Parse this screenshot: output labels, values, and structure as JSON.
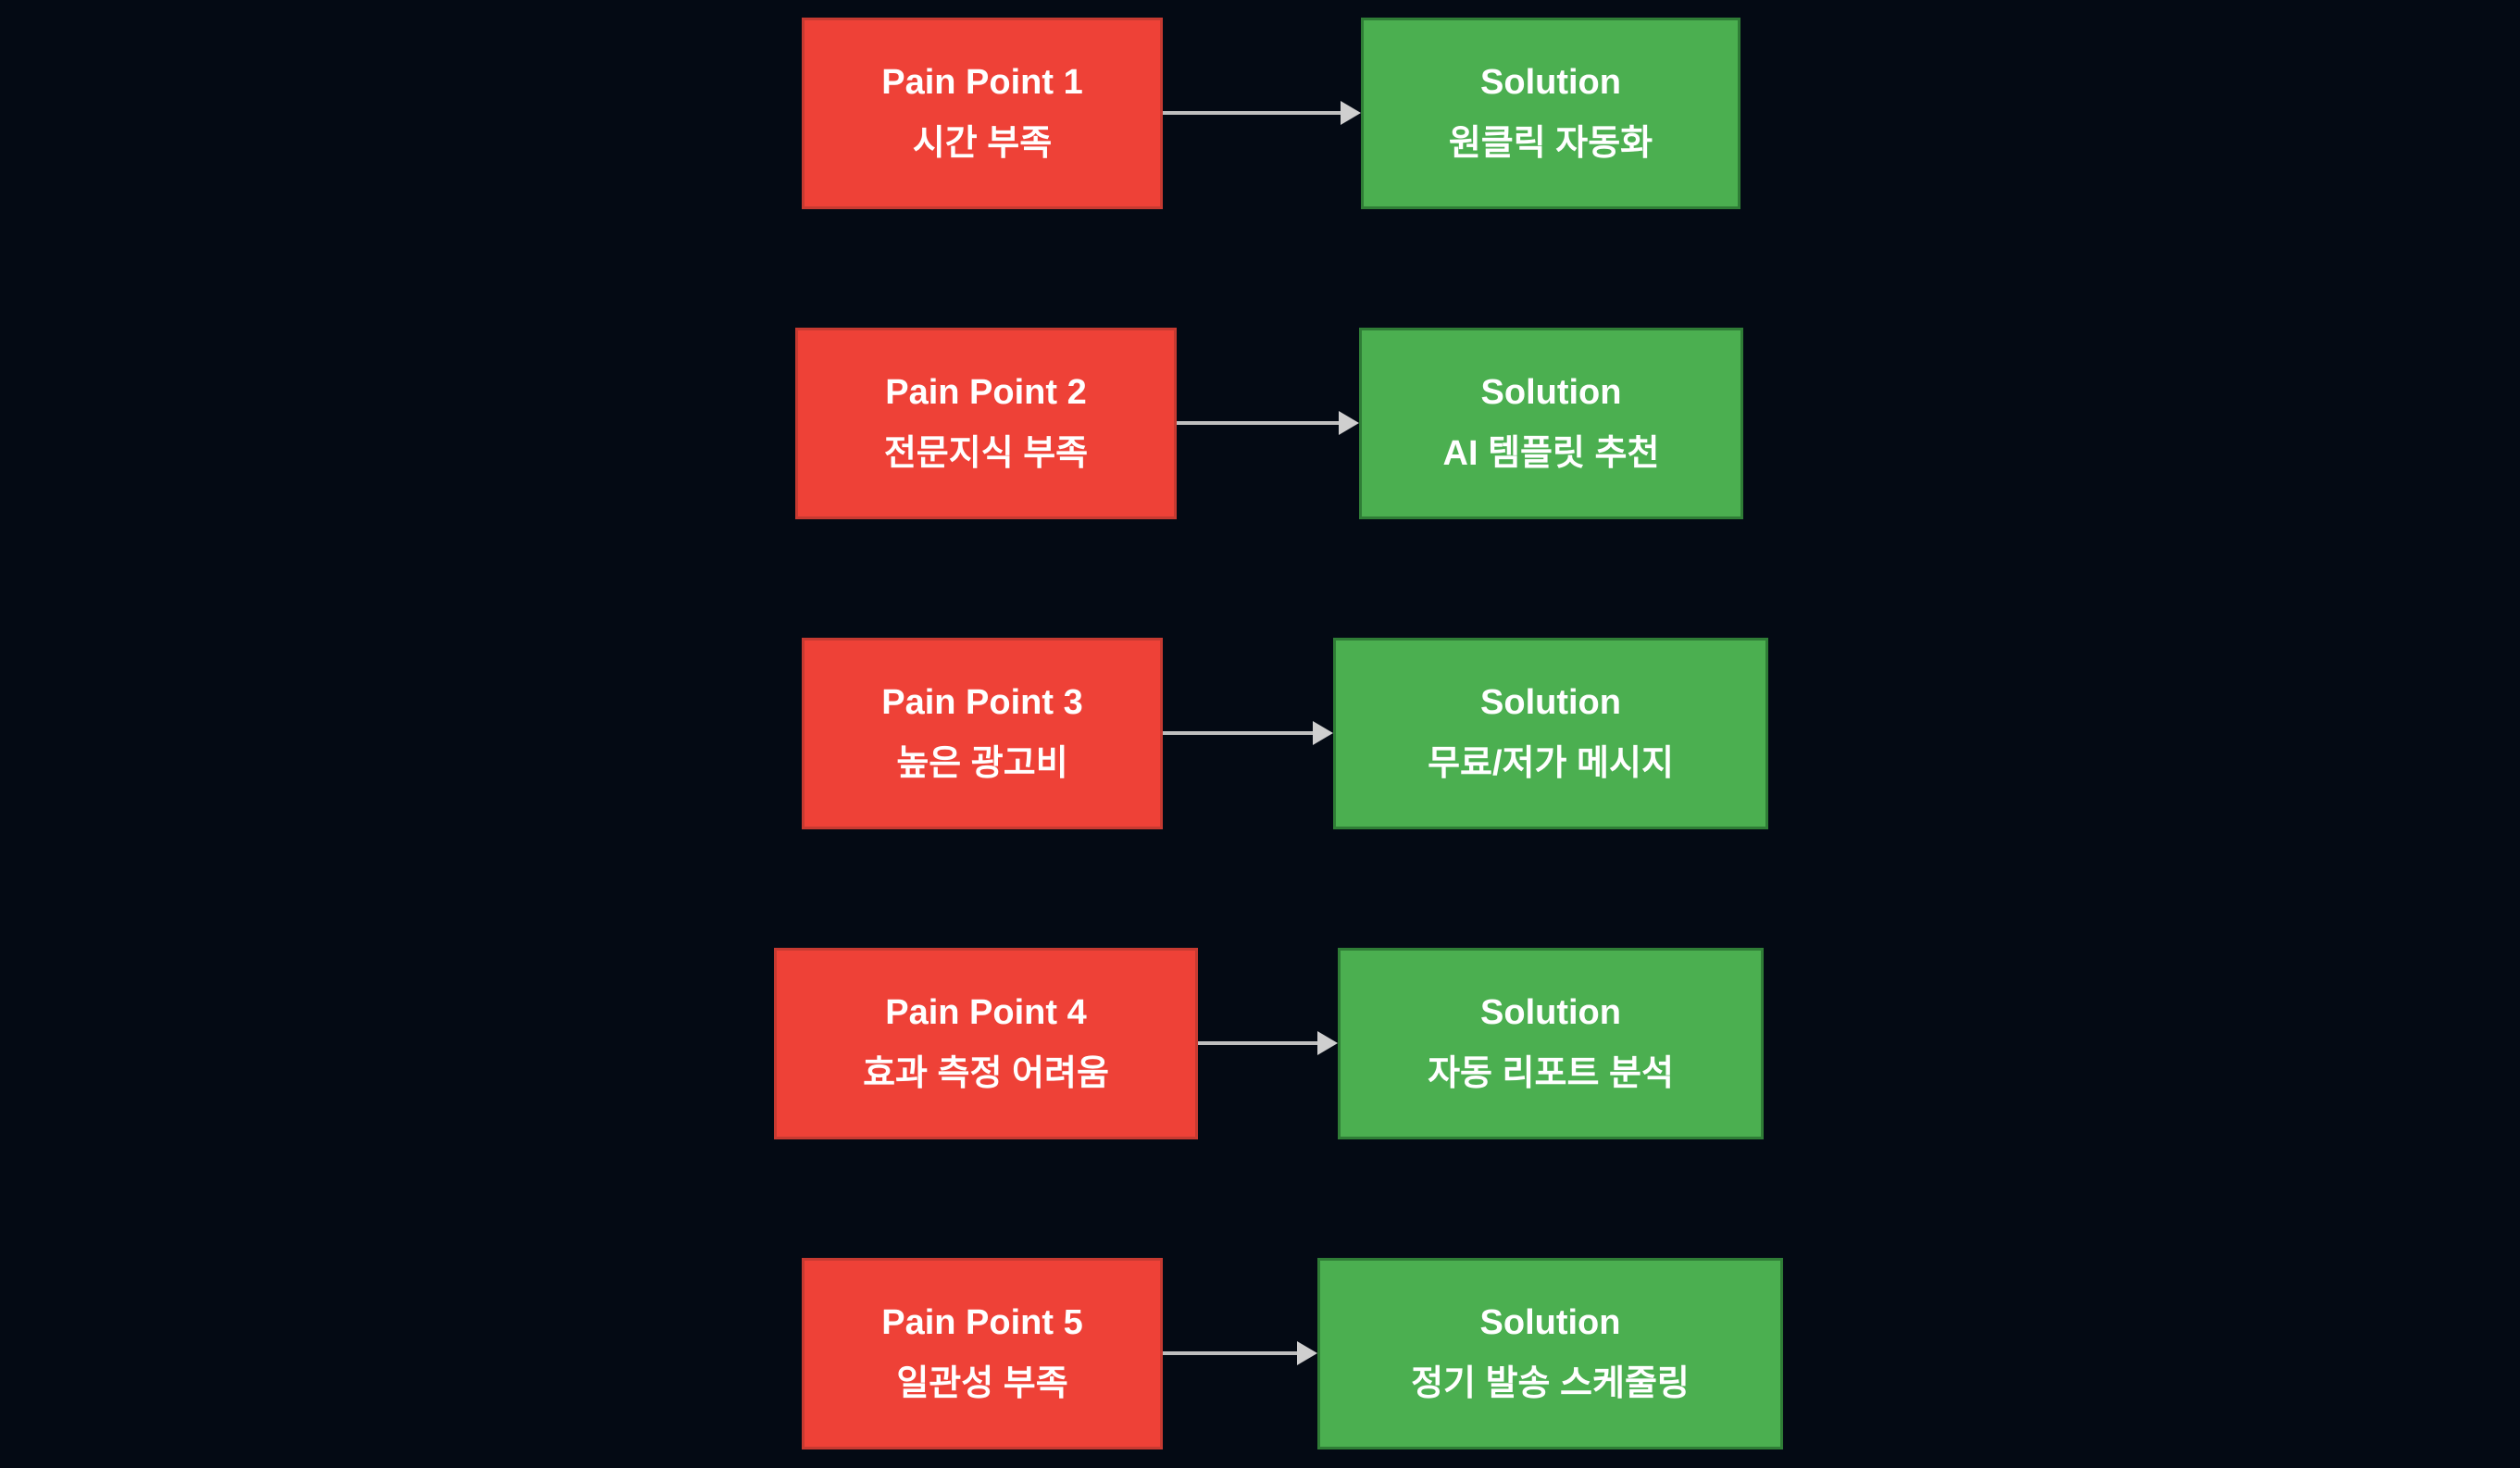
{
  "diagram": {
    "title": "Pain Points to Solutions mapping",
    "colors": {
      "background": "#040a14",
      "pain_fill": "#ee4137",
      "pain_border": "#c63a31",
      "solution_fill": "#4baf50",
      "solution_border": "#2f7d36",
      "arrow": "#bfbfbf",
      "text": "#ffffff"
    },
    "rows": [
      {
        "pain_title": "Pain Point 1",
        "pain_text": "시간 부족",
        "solution_title": "Solution",
        "solution_text": "원클릭 자동화"
      },
      {
        "pain_title": "Pain Point 2",
        "pain_text": "전문지식 부족",
        "solution_title": "Solution",
        "solution_text": "AI 템플릿 추천"
      },
      {
        "pain_title": "Pain Point 3",
        "pain_text": "높은 광고비",
        "solution_title": "Solution",
        "solution_text": "무료/저가 메시지"
      },
      {
        "pain_title": "Pain Point 4",
        "pain_text": "효과 측정 어려움",
        "solution_title": "Solution",
        "solution_text": "자동 리포트 분석"
      },
      {
        "pain_title": "Pain Point 5",
        "pain_text": "일관성 부족",
        "solution_title": "Solution",
        "solution_text": "정기 발송 스케줄링"
      }
    ]
  }
}
